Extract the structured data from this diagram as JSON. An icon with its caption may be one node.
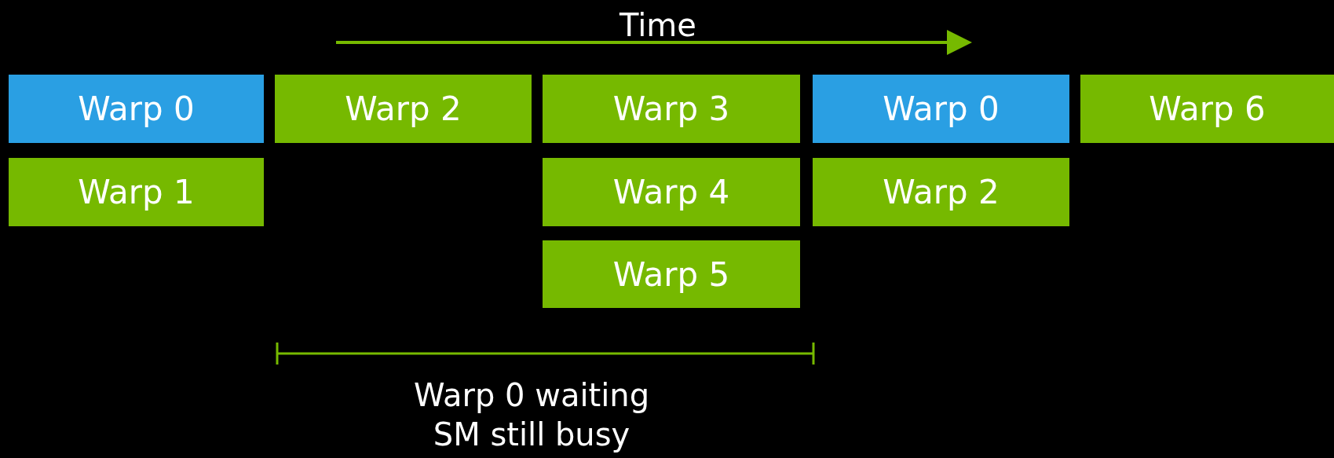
{
  "diagram": {
    "nodes": [
      {
        "text": [
          "Warp 0"
        ]
      },
      {
        "text": [
          "Warp 2"
        ]
      },
      {
        "text": [
          "Warp 3"
        ]
      },
      {
        "text": [
          "Warp 0"
        ]
      },
      {
        "text": [
          "Warp 6"
        ]
      },
      {
        "text": [
          "Warp 1"
        ]
      },
      {
        "text": [
          "Warp 4"
        ]
      },
      {
        "text": [
          "Warp 2"
        ]
      },
      {
        "text": [
          "Warp 5"
        ]
      }
    ],
    "edges": [],
    "labels": [
      "Time",
      "Warp 0 waiting",
      "SM still busy"
    ]
  }
}
